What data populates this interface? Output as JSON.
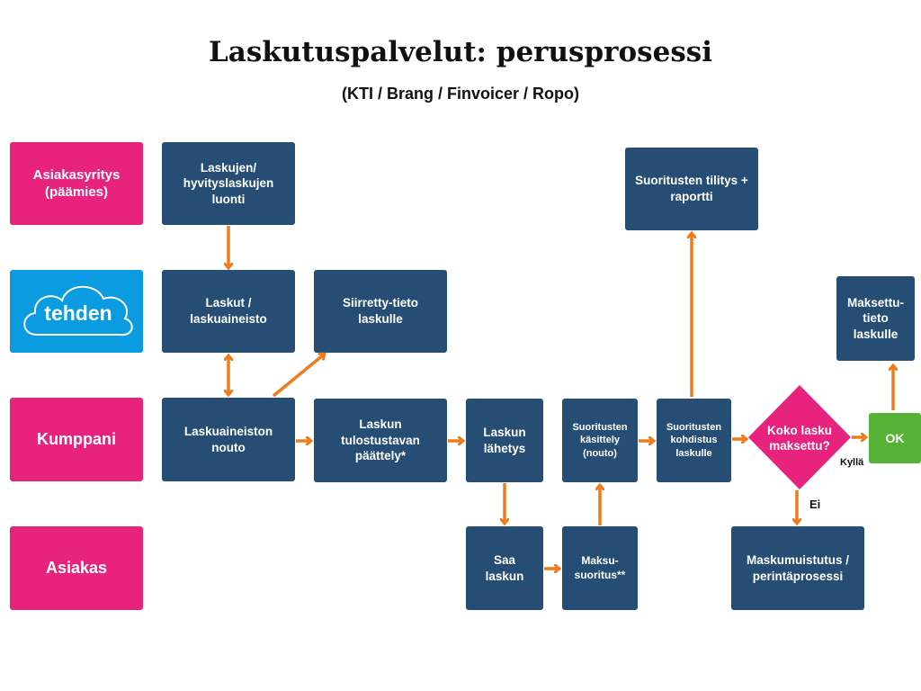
{
  "title": "Laskutuspalvelut: perusprosessi",
  "subtitle": "(KTI / Brang / Finvoicer / Ropo)",
  "lanes": {
    "client": "Asiakasyritys (päämies)",
    "tehden_logo": "tehden",
    "partner": "Kumppani",
    "customer": "Asiakas"
  },
  "steps": {
    "invoice_creation": "Laskujen/ hyvityslaskujen luonti",
    "invoices_material": "Laskut / laskuaineisto",
    "transferred_info": "Siirretty-tieto laskulle",
    "material_fetch": "Laskuaineiston nouto",
    "print_method": "Laskun tulostustavan päättely*",
    "invoice_send": "Laskun lähetys",
    "payment_processing": "Suoritusten käsittely (nouto)",
    "payment_matching": "Suoritusten kohdistus laskulle",
    "settlement_report": "Suoritusten tilitys + raportti",
    "paid_info": "Maksettu-tieto laskulle",
    "decision": "Koko lasku maksettu?",
    "ok": "OK",
    "receive_invoice": "Saa laskun",
    "payment": "Maksu-suoritus**",
    "reminder": "Maskumuistutus / perintäprosessi"
  },
  "labels": {
    "yes": "Kyllä",
    "no": "Ei"
  },
  "colors": {
    "lane": "#e8237e",
    "process": "#264e74",
    "tehden": "#0b9be0",
    "ok": "#55b234",
    "arrow": "#ee7b1c"
  }
}
